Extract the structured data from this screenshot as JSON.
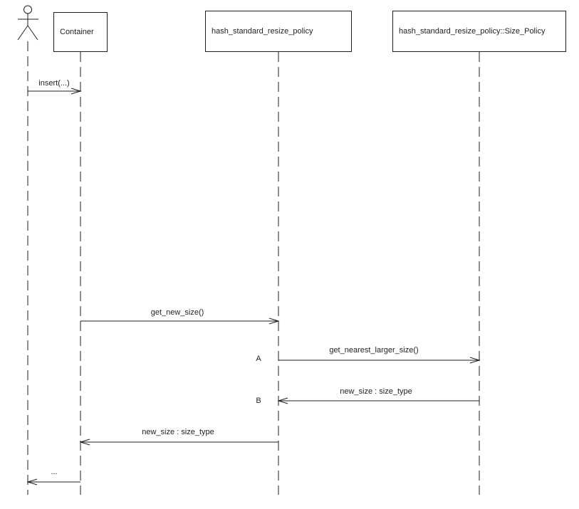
{
  "diagram": {
    "type": "uml-sequence",
    "background": "#ffffff",
    "line_color": "#1f1f1f",
    "actor": {
      "name": "actor"
    },
    "objects": [
      {
        "label": "Container"
      },
      {
        "label": "hash_standard_resize_policy"
      },
      {
        "label": "hash_standard_resize_policy::Size_Policy"
      }
    ],
    "messages": [
      {
        "label": "insert(...)",
        "from": "actor",
        "to": "Container",
        "direction": "right"
      },
      {
        "label": "get_new_size()",
        "from": "Container",
        "to": "hash_standard_resize_policy",
        "direction": "right"
      },
      {
        "label": "get_nearest_larger_size()",
        "marker": "A",
        "from": "hash_standard_resize_policy",
        "to": "hash_standard_resize_policy::Size_Policy",
        "direction": "right"
      },
      {
        "label": "new_size : size_type",
        "marker": "B",
        "from": "hash_standard_resize_policy::Size_Policy",
        "to": "hash_standard_resize_policy",
        "direction": "left"
      },
      {
        "label": "new_size : size_type",
        "from": "hash_standard_resize_policy",
        "to": "Container",
        "direction": "left"
      },
      {
        "label": "...",
        "from": "Container",
        "to": "actor",
        "direction": "left"
      }
    ]
  }
}
